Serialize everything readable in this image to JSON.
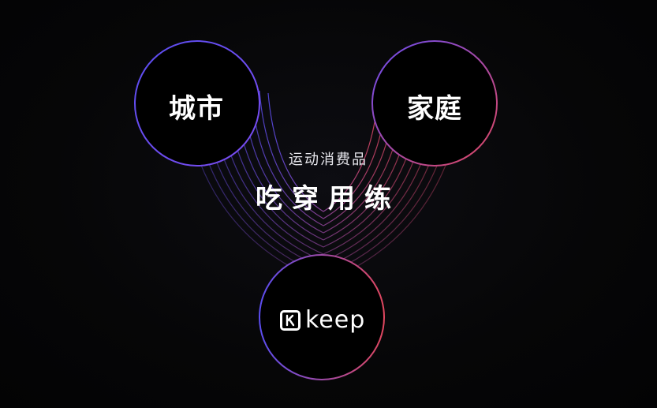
{
  "nodes": {
    "city": "城市",
    "home": "家庭",
    "brand": "keep"
  },
  "center": {
    "subtitle": "运动消费品",
    "title": "吃穿用练"
  },
  "colors": {
    "background": "#050506",
    "ring_blue": "#5b4df0",
    "ring_red": "#e0475f",
    "text": "#ffffff"
  }
}
